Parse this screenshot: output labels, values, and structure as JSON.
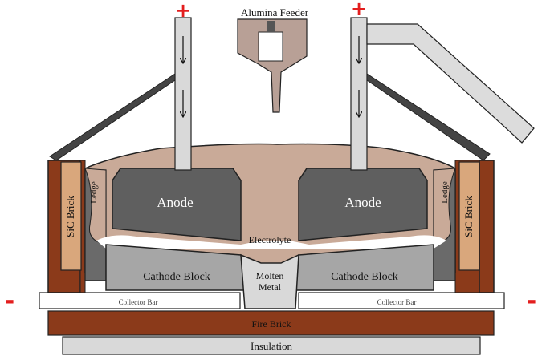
{
  "labels": {
    "alumina_feeder": "Alumina Feeder",
    "anode_left": "Anode",
    "anode_right": "Anode",
    "electrolyte": "Electrolyte",
    "molten_metal_line1": "Molten",
    "molten_metal_line2": "Metal",
    "cathode_left": "Cathode Block",
    "cathode_right": "Cathode Block",
    "collector_bar_left": "Collector Bar",
    "collector_bar_right": "Collector Bar",
    "fire_brick": "Fire Brick",
    "insulation": "Insulation",
    "sic_brick_left": "SiC Brick",
    "sic_brick_right": "SiC Brick",
    "ledge_left": "Ledge",
    "ledge_right": "Ledge"
  },
  "terminals": {
    "anode_plus_left": "+",
    "anode_plus_right": "+",
    "cathode_minus_left": "-",
    "cathode_minus_right": "-"
  },
  "colors": {
    "shell_brown": "#8b3a1a",
    "sic_tan": "#d9a77c",
    "bath_tan": "#c9aa98",
    "anode_dark": "#5f5f5f",
    "cathode_gray": "#a6a6a6",
    "rod_light": "#d9d9d9",
    "terminal_red": "#e31e1e"
  }
}
